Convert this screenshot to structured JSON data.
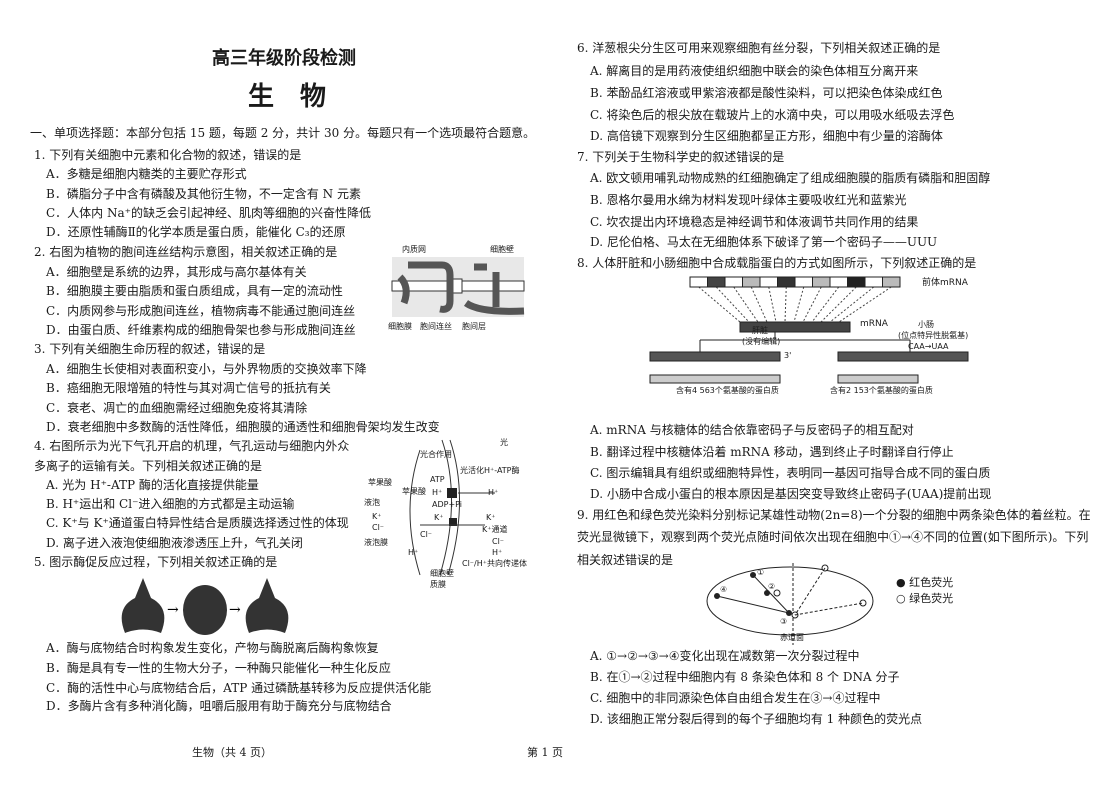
{
  "header": {
    "title": "高三年级阶段检测",
    "subject": "生　物"
  },
  "section": "一、单项选择题：本部分包括 15 题，每题 2 分，共计 30 分。每题只有一个选项最符合题意。",
  "left_questions": [
    {
      "stem": [
        "1. 下列有关细胞中元素和化合物的叙述，错误的是"
      ],
      "options": [
        "A．多糖是细胞内糖类的主要贮存形式",
        "B．磷脂分子中含有磷酸及其他衍生物，不一定含有 N 元素",
        "C．人体内 Na⁺的缺乏会引起神经、肌肉等细胞的兴奋性降低",
        "D．还原性辅酶Ⅱ的化学本质是蛋白质，能催化 C₃的还原"
      ]
    },
    {
      "stem": [
        "2. 右图为植物的胞间连丝结构示意图，相关叙述正确的是"
      ],
      "options": [
        "A．细胞壁是系统的边界，其形成与高尔基体有关",
        "B．细胞膜主要由脂质和蛋白质组成，具有一定的流动性",
        "C．内质网参与形成胞间连丝，植物病毒不能通过胞间连丝",
        "D．由蛋白质、纤维素构成的细胞骨架也参与形成胞间连丝"
      ]
    },
    {
      "stem": [
        "3. 下列有关细胞生命历程的叙述，错误的是"
      ],
      "options": [
        "A．细胞生长使相对表面积变小，与外界物质的交换效率下降",
        "B．癌细胞无限增殖的特性与其对凋亡信号的抵抗有关",
        "C．衰老、凋亡的血细胞需经过细胞免疫将其清除",
        "D．衰老细胞中多数酶的活性降低，细胞膜的通透性和细胞骨架均发生改变"
      ]
    },
    {
      "stem": [
        "4. 右图所示为光下气孔开启的机理，气孔运动与细胞内外众",
        "多离子的运输有关。下列相关叙述正确的是"
      ],
      "options": [
        "A.  光为 H⁺-ATP 酶的活化直接提供能量",
        "B.  H⁺运出和 Cl⁻进入细胞的方式都是主动运输",
        "C.   K⁺与 K⁺通道蛋白特异性结合是质膜选择透过性的体现",
        "D.  离子进入液泡使细胞液渗透压上升，气孔关闭"
      ]
    },
    {
      "stem": [
        "5. 图示酶促反应过程，下列相关叙述正确的是"
      ],
      "options": [
        "A．酶与底物结合时构象发生变化，产物与酶脱离后酶构象恢复",
        "B．酶是具有专一性的生物大分子，一种酶只能催化一种生化反应",
        "C．酶的活性中心与底物结合后，ATP 通过磷酰基转移为反应提供活化能",
        "D．多酶片含有多种消化酶，咀嚼后服用有助于酶充分与底物结合"
      ]
    }
  ],
  "right_questions": [
    {
      "stem": [
        "6. 洋葱根尖分生区可用来观察细胞有丝分裂，下列相关叙述正确的是"
      ],
      "options": [
        "A. 解离目的是用药液使组织细胞中联会的染色体相互分离开来",
        "B. 苯酚品红溶液或甲紫溶液都是酸性染料，可以把染色体染成红色",
        "C. 将染色后的根尖放在载玻片上的水滴中央，可以用吸水纸吸去浮色",
        "D. 高倍镜下观察到分生区细胞都呈正方形，细胞中有少量的溶酶体"
      ]
    },
    {
      "stem": [
        "7. 下列关于生物科学史的叙述错误的是"
      ],
      "options": [
        "A. 欧文顿用哺乳动物成熟的红细胞确定了组成细胞膜的脂质有磷脂和胆固醇",
        "B. 恩格尔曼用水绵为材料发现叶绿体主要吸收红光和蓝紫光",
        "C. 坎农提出内环境稳态是神经调节和体液调节共同作用的结果",
        "D. 尼伦伯格、马太在无细胞体系下破译了第一个密码子——UUU"
      ]
    },
    {
      "stem": [
        "8. 人体肝脏和小肠细胞中合成载脂蛋白的方式如图所示，下列叙述正确的是"
      ],
      "options": [
        "A. mRNA 与核糖体的结合依靠密码子与反密码子的相互配对",
        "B. 翻译过程中核糖体沿着 mRNA 移动，遇到终止子时翻译自行停止",
        "C. 图示编辑具有组织或细胞特异性，表明同一基因可指导合成不同的蛋白质",
        "D. 小肠中合成小蛋白的根本原因是基因突变导致终止密码子(UAA)提前出现"
      ]
    },
    {
      "stem": [
        "9. 用红色和绿色荧光染料分别标记某雄性动物(2n=8)一个分裂的细胞中两条染色体的着丝粒。在",
        "荧光显微镜下，观察到两个荧光点随时间依次出现在细胞中①→④不同的位置(如下图所示)。下列",
        "相关叙述错误的是"
      ],
      "options": [
        "A. ①→②→③→④变化出现在减数第一次分裂过程中",
        "B. 在①→②过程中细胞内有 8 条染色体和 8 个 DNA 分子",
        "C. 细胞中的非同源染色体自由组合发生在③→④过程中",
        "D. 该细胞正常分裂后得到的每个子细胞均有 1 种颜色的荧光点"
      ]
    }
  ],
  "fig2_labels": {
    "er": "内质网",
    "wall": "细胞壁",
    "membrane": "细胞膜",
    "plasmodesma": "胞间连丝",
    "middle": "胞间层"
  },
  "fig4_labels": {
    "light": "光",
    "photo": "光合作用",
    "atp": "ATP",
    "malate1": "苹果酸",
    "malate2": "苹果酸",
    "atpase": "光活化H⁺-ATP酶",
    "h_in": "H⁺",
    "h_out": "H⁺",
    "adp": "ADP+Pi",
    "vacuole": "液泡",
    "k1": "K⁺",
    "k2": "K⁺",
    "k3": "K⁺",
    "kchan": "K⁺通道",
    "cl1": "Cl⁻",
    "cl2": "Cl⁻",
    "cl3": "Cl⁻",
    "h2": "H⁺",
    "h3": "H⁺",
    "tonoplast": "液泡膜",
    "sym": "Cl⁻/H⁺共向传递体",
    "wall": "细胞壁",
    "pm": "质膜"
  },
  "fig8_labels": {
    "pre": "前体mRNA",
    "mrna": "mRNA",
    "three": "3'",
    "liver": "肝脏",
    "liver_note": "(没有编辑)",
    "intestine": "小肠",
    "intestine_note": "(位点特异性脱氨基)",
    "change": "CAA→UAA",
    "p1": "含有4 563个氨基酸的蛋白质",
    "p2": "含有2 153个氨基酸的蛋白质"
  },
  "fig9_labels": {
    "c1": "①",
    "c2": "②",
    "c3": "③",
    "c4": "④",
    "plate": "赤道面",
    "red": "红色荧光",
    "green": "绿色荧光"
  },
  "footer": {
    "left": "生物（共 4 页）",
    "right": "第 1 页"
  }
}
